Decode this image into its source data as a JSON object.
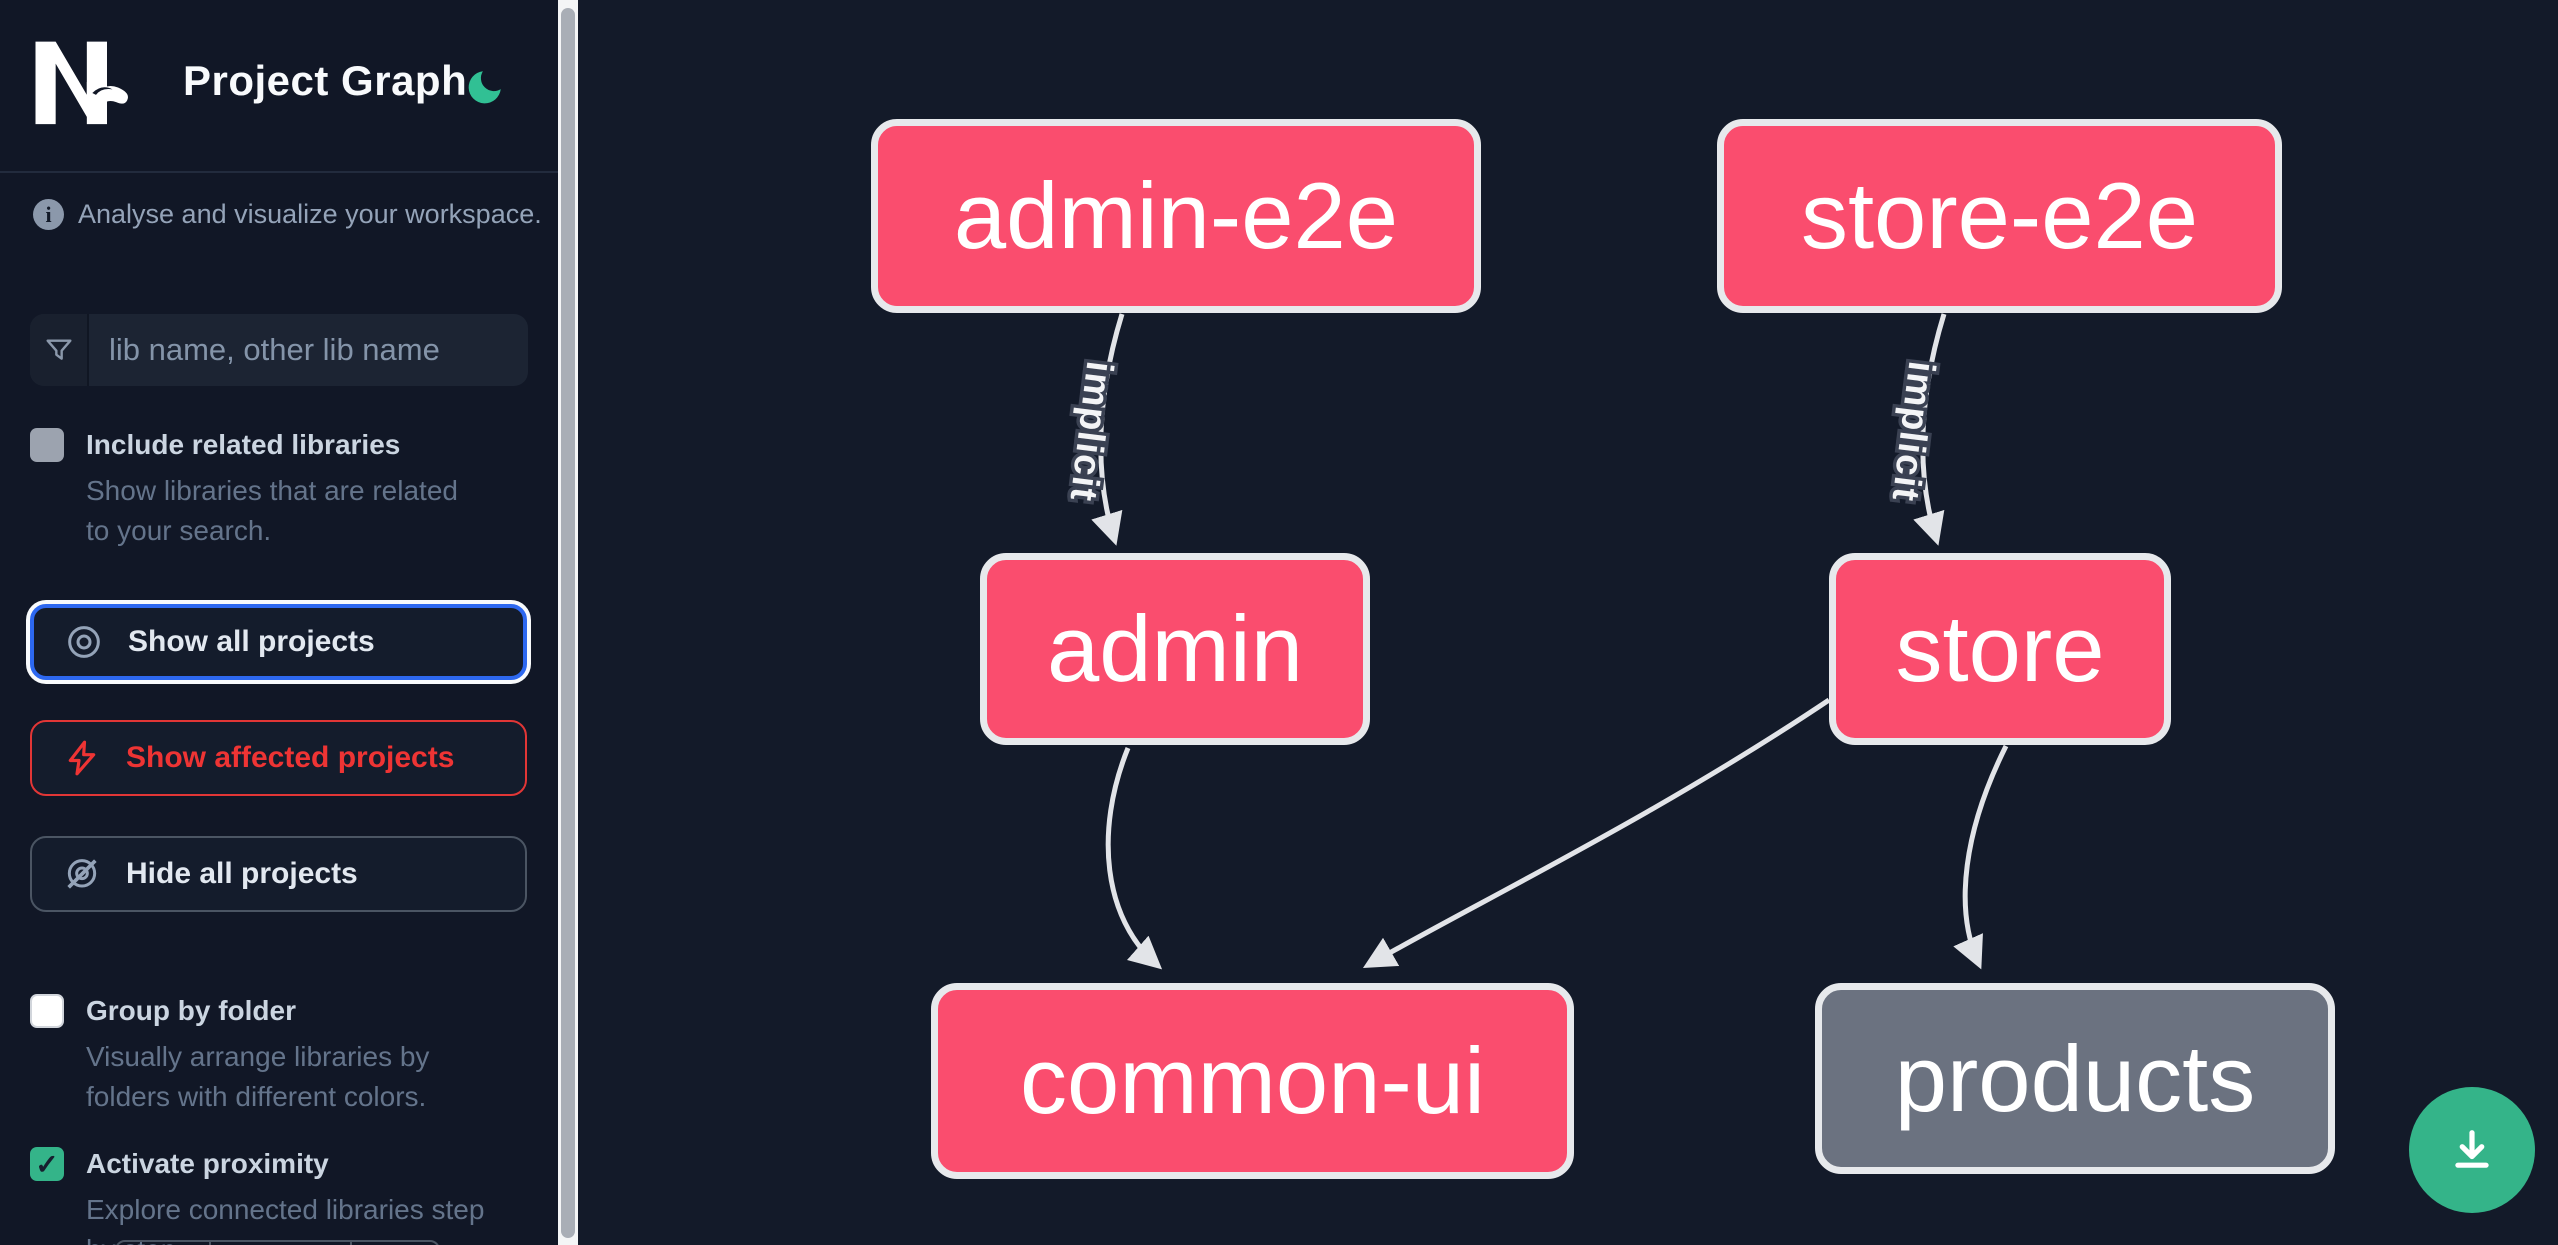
{
  "header": {
    "logo": "Nx",
    "title": "Project Graph",
    "theme_icon": "moon-icon"
  },
  "colors": {
    "node_pink": "#fa4d6e",
    "node_gray": "#6b7280",
    "node_border": "#e7e9ec",
    "edge": "#e5e7eb",
    "accent_green": "#34b489",
    "focus_blue": "#2d68f0",
    "affected_red": "#ee3434",
    "sidebar_bg": "#111726",
    "canvas_bg": "#131a29"
  },
  "sidebar": {
    "tagline": "Analyse and visualize your workspace.",
    "search": {
      "placeholder": "lib name, other lib name",
      "value": ""
    },
    "checkbox_related": {
      "label": "Include related libraries",
      "description": "Show libraries that are related to your search.",
      "checked": false
    },
    "buttons": {
      "show_all": "Show all projects",
      "show_affected": "Show affected projects",
      "hide_all": "Hide all projects"
    },
    "checkbox_group_folder": {
      "label": "Group by folder",
      "description": "Visually arrange libraries by folders with different colors.",
      "checked": false
    },
    "checkbox_proximity": {
      "label": "Activate proximity",
      "description": "Explore connected libraries step by step.",
      "checked": true,
      "checkmark": "✓"
    }
  },
  "graph": {
    "nodes": [
      {
        "id": "admin-e2e",
        "label": "admin-e2e",
        "type": "app"
      },
      {
        "id": "store-e2e",
        "label": "store-e2e",
        "type": "app"
      },
      {
        "id": "admin",
        "label": "admin",
        "type": "app"
      },
      {
        "id": "store",
        "label": "store",
        "type": "app"
      },
      {
        "id": "common-ui",
        "label": "common-ui",
        "type": "lib"
      },
      {
        "id": "products",
        "label": "products",
        "type": "lib-unfocused"
      }
    ],
    "edges": [
      {
        "from": "admin-e2e",
        "to": "admin",
        "label": "implicit"
      },
      {
        "from": "store-e2e",
        "to": "store",
        "label": "implicit"
      },
      {
        "from": "admin",
        "to": "common-ui",
        "label": ""
      },
      {
        "from": "store",
        "to": "common-ui",
        "label": ""
      },
      {
        "from": "store",
        "to": "products",
        "label": ""
      }
    ]
  },
  "fab": {
    "action": "download-graph-image"
  }
}
